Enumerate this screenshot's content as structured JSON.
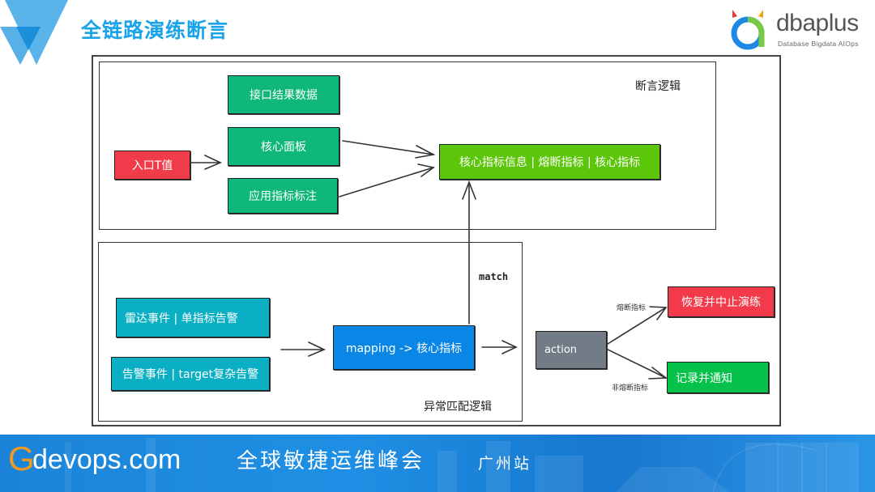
{
  "header": {
    "title": "全链路演练断言",
    "brand": {
      "name": "dbaplus",
      "tagline": "Database  Bigdata  AIOps"
    }
  },
  "diagram": {
    "groups": {
      "assertion": {
        "label": "断言逻辑"
      },
      "anomaly": {
        "label": "异常匹配逻辑"
      }
    },
    "nodes": {
      "entry_t_value": {
        "label": "入口T值",
        "color": "#f03c4a"
      },
      "api_result_data": {
        "label": "接口结果数据",
        "color": "#0fb87a"
      },
      "core_panel": {
        "label": "核心面板",
        "color": "#0fb87a"
      },
      "app_metric_tag": {
        "label": "应用指标标注",
        "color": "#0fb87a"
      },
      "core_metric_info": {
        "label": "核心指标信息 | 熔断指标 | 核心指标",
        "color": "#5cc70a"
      },
      "radar_event": {
        "label": "雷达事件 | 单指标告警",
        "color": "#0aafc4"
      },
      "alert_event": {
        "label": "告警事件 | target复杂告警",
        "color": "#0aafc4"
      },
      "mapping": {
        "label": "mapping -> 核心指标",
        "color": "#0a87e6"
      },
      "action": {
        "label": "action",
        "color": "#737b86"
      },
      "restore_stop": {
        "label": "恢复并中止演练",
        "color": "#f23a4b"
      },
      "record_notify": {
        "label": "记录并通知",
        "color": "#06c24a"
      }
    },
    "edge_labels": {
      "match": "match",
      "circuit_metric": "熔断指标",
      "non_circuit_metric": "非熔断指标"
    }
  },
  "footer": {
    "logo_letter": "G",
    "domain": "devops.com",
    "event": "全球敏捷运维峰会",
    "city": "广州站"
  }
}
